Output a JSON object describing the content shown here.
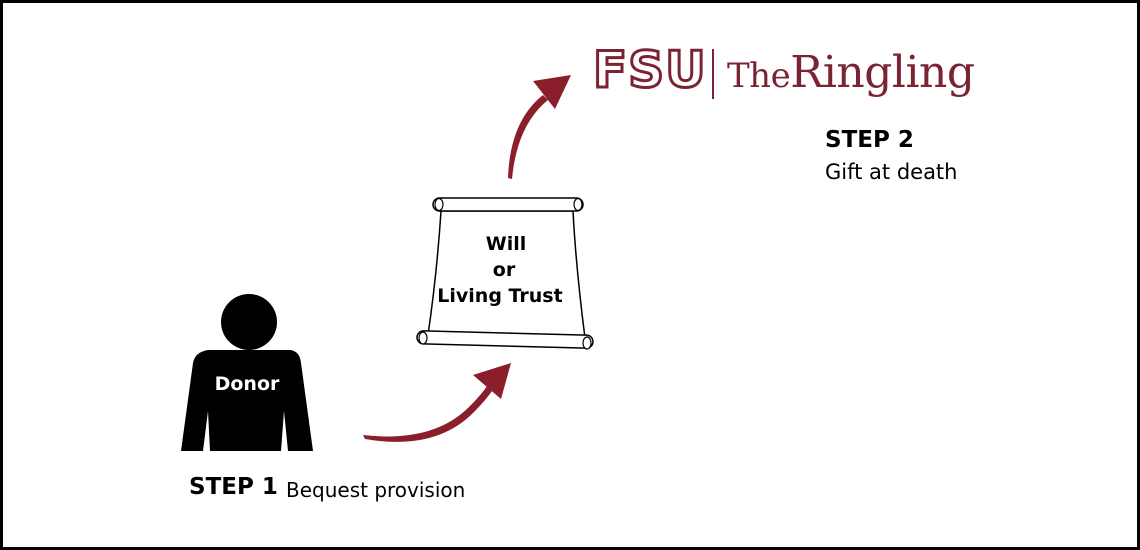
{
  "logo": {
    "primary": "FSU",
    "secondary_prefix": "The",
    "secondary_main": "Ringling"
  },
  "steps": {
    "step1": {
      "title": "STEP 1",
      "description": "Bequest provision"
    },
    "step2": {
      "title": "STEP 2",
      "description": "Gift at death"
    }
  },
  "document": {
    "lines": [
      "Will",
      "or",
      "Living Trust"
    ]
  },
  "donor": {
    "label": "Donor"
  },
  "colors": {
    "brand_garnet": "#7a2333",
    "arrow": "#8b1e2b",
    "figure": "#000000",
    "frame": "#000000"
  },
  "icons": {
    "person": "person-silhouette-icon",
    "scroll": "scroll-document-icon",
    "arrow": "curved-arrow-icon"
  }
}
